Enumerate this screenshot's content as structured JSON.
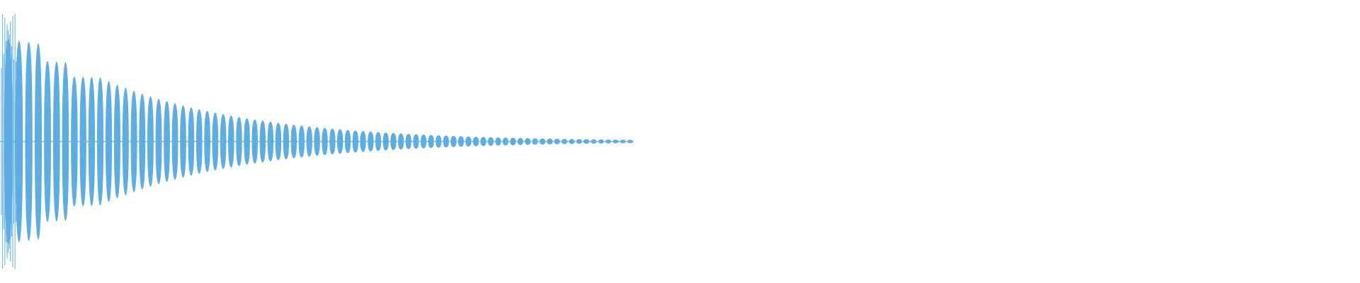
{
  "waveform": {
    "color": "#5dade2",
    "background": "#ffffff",
    "envelope": "exponential-decay",
    "lobe_count": 80,
    "sound_end_fraction": 0.466,
    "peak_amplitude_fraction": 0.95,
    "tail_amplitude_fraction": 0.012
  }
}
